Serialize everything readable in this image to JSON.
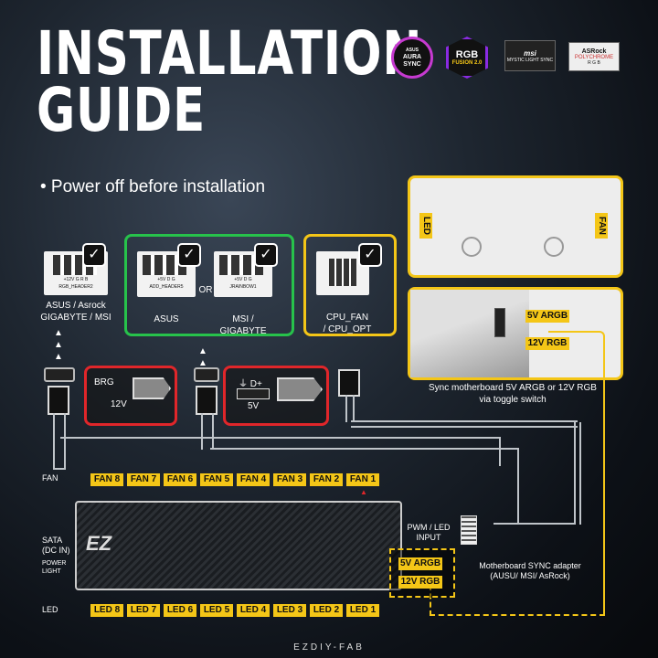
{
  "title": {
    "line1": "INSTALLATION",
    "line2": "GUIDE"
  },
  "bullet": "• Power off before installation",
  "brands": [
    {
      "name": "asus-aura-sync",
      "text1": "AURA",
      "text2": "SYNC",
      "text0": "ASUS"
    },
    {
      "name": "rgb-fusion",
      "text1": "RGB",
      "text2": "FUSION 2.0"
    },
    {
      "name": "msi-mystic-light",
      "text1": "msi",
      "text2": "MYSTIC LIGHT SYNC"
    },
    {
      "name": "asrock-polychrome",
      "text1": "ASRock",
      "text2": "POLYCHROME",
      "text3": "R G B"
    }
  ],
  "headers": {
    "asus_asrock": "ASUS / Asrock\nGIGABYTE / MSI",
    "asus": "ASUS",
    "or": "OR",
    "msi_gigabyte": "MSI / GIGABYTE",
    "cpu_fan": "CPU_FAN\n/ CPU_OPT"
  },
  "pins": {
    "p1": "+12V G R B",
    "p1b": "RGB_HEADER2",
    "p2": "+5V D G",
    "p2b": "ADD_HEADER5",
    "p3": "+5V D G",
    "p3b": "JRAINBOW1"
  },
  "red_boxes": {
    "brg": "BRG",
    "v12": "12V",
    "dplus": "⏚ D+",
    "v5": "5V"
  },
  "sync": {
    "led": "LED",
    "fan": "FAN",
    "argb5": "5V ARGB",
    "rgb12": "12V RGB",
    "caption": "Sync motherboard 5V ARGB or 12V RGB\nvia toggle switch"
  },
  "fan_label": "FAN",
  "fans": [
    "FAN 8",
    "FAN 7",
    "FAN 6",
    "FAN 5",
    "FAN 4",
    "FAN 3",
    "FAN 2",
    "FAN 1"
  ],
  "led_label": "LED",
  "leds": [
    "LED 8",
    "LED 7",
    "LED 6",
    "LED 5",
    "LED 4",
    "LED 3",
    "LED 2",
    "LED 1"
  ],
  "hub_left": {
    "sata": "SATA\n(DC IN)",
    "power": "POWER\nLIGHT"
  },
  "hub_logo": "EZ",
  "hub_right": {
    "pwm": "PWM / LED\nINPUT",
    "argb5": "5V ARGB",
    "rgb12": "12V RGB",
    "adapter": "Motherboard SYNC adapter\n(AUSU/ MSI/ AsRock)"
  },
  "footer": "EZDIY-FAB"
}
